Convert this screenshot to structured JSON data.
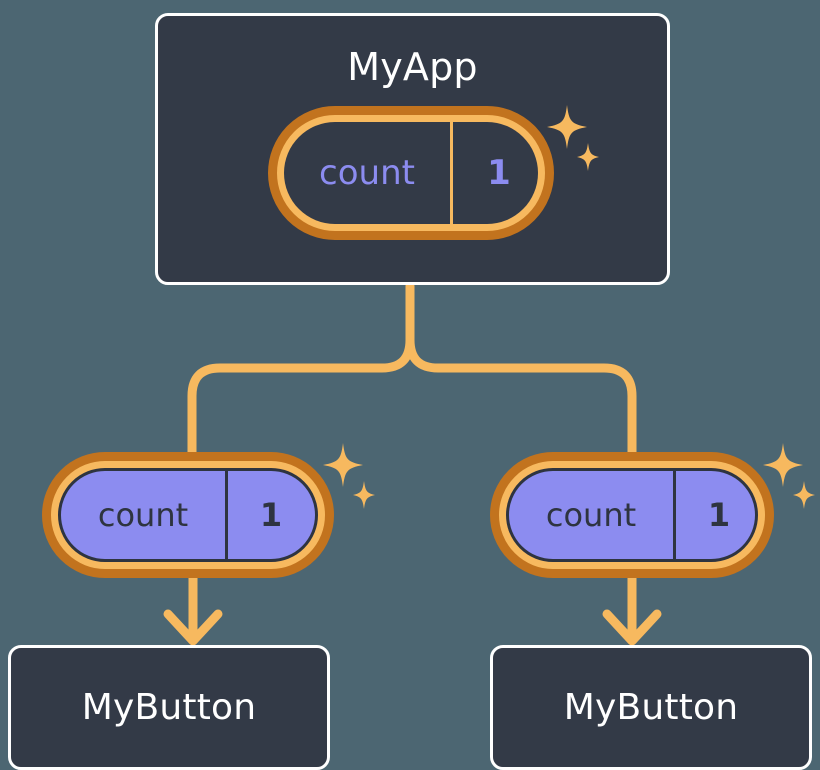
{
  "theme": {
    "page_background": "#4C6672",
    "card_background": "#333A47",
    "card_border": "#FFFFFF",
    "ring_outer": "#C2731E",
    "ring_inner": "#F7B95F",
    "connector": "#F7B95F",
    "state_fill": "#8C8CF0",
    "state_text_on_fill": "#2E3440",
    "state_text_hollow": "#8C8CF0",
    "sparkle": "#F7B95F"
  },
  "tree": {
    "root": {
      "title": "MyApp",
      "state": {
        "key": "count",
        "value": "1"
      },
      "sparkle_icon": "sparkle-icon"
    },
    "children": [
      {
        "title": "MyButton",
        "state": {
          "key": "count",
          "value": "1"
        },
        "sparkle_icon": "sparkle-icon",
        "arrow_icon": "arrow-down-icon"
      },
      {
        "title": "MyButton",
        "state": {
          "key": "count",
          "value": "1"
        },
        "sparkle_icon": "sparkle-icon",
        "arrow_icon": "arrow-down-icon"
      }
    ]
  },
  "connectors": {
    "branch_icon": "tree-branch-icon"
  }
}
